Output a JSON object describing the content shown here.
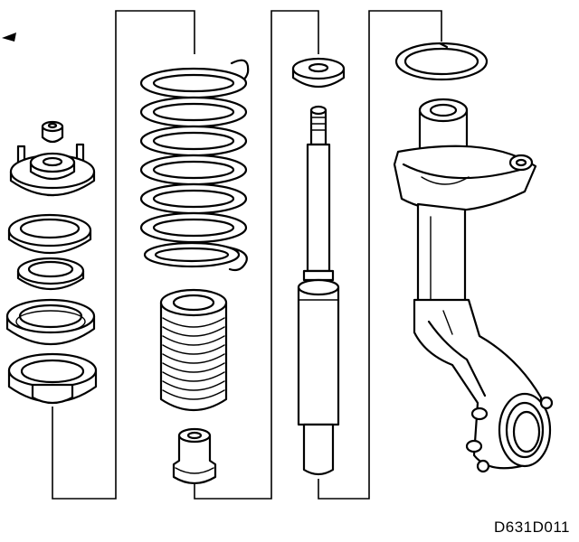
{
  "figure": {
    "code": "D631D011",
    "groups": [
      {
        "name": "top-mount-bearing-stack"
      },
      {
        "name": "coil-spring-boot-bump-stop"
      },
      {
        "name": "shock-absorber-damper"
      },
      {
        "name": "strut-housing-steering-knuckle"
      }
    ]
  },
  "colors": {
    "ink": "#000000",
    "paper": "#ffffff"
  }
}
